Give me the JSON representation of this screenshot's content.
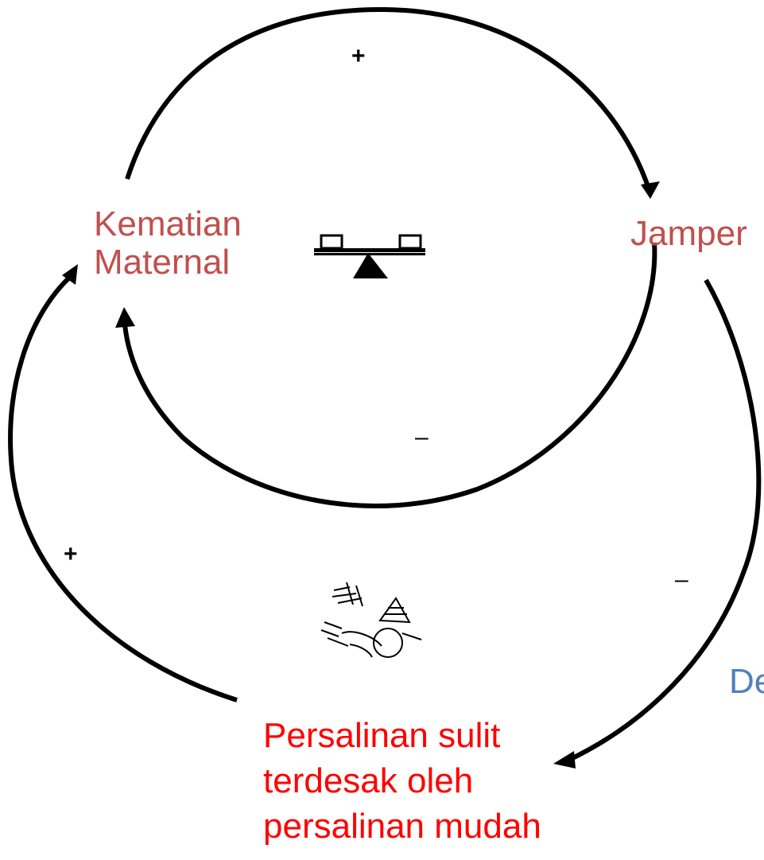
{
  "nodes": {
    "kematian": "Kematian\nMaternal",
    "jamper": "Jamper",
    "persalinan": "Persalinan sulit\nterdesak oleh\npersalinan mudah",
    "de": "De"
  },
  "signs": {
    "top": "+",
    "inner_bottom": "–",
    "outer_left": "+",
    "outer_right": "–"
  },
  "colors": {
    "node_maternal": "#C0504D",
    "node_persalinan": "#FF0000",
    "node_de": "#4F81BD",
    "arrow": "#000000"
  },
  "icons": {
    "center_top": "balance-seesaw-icon",
    "center_bottom": "snowball-trees-icon"
  }
}
